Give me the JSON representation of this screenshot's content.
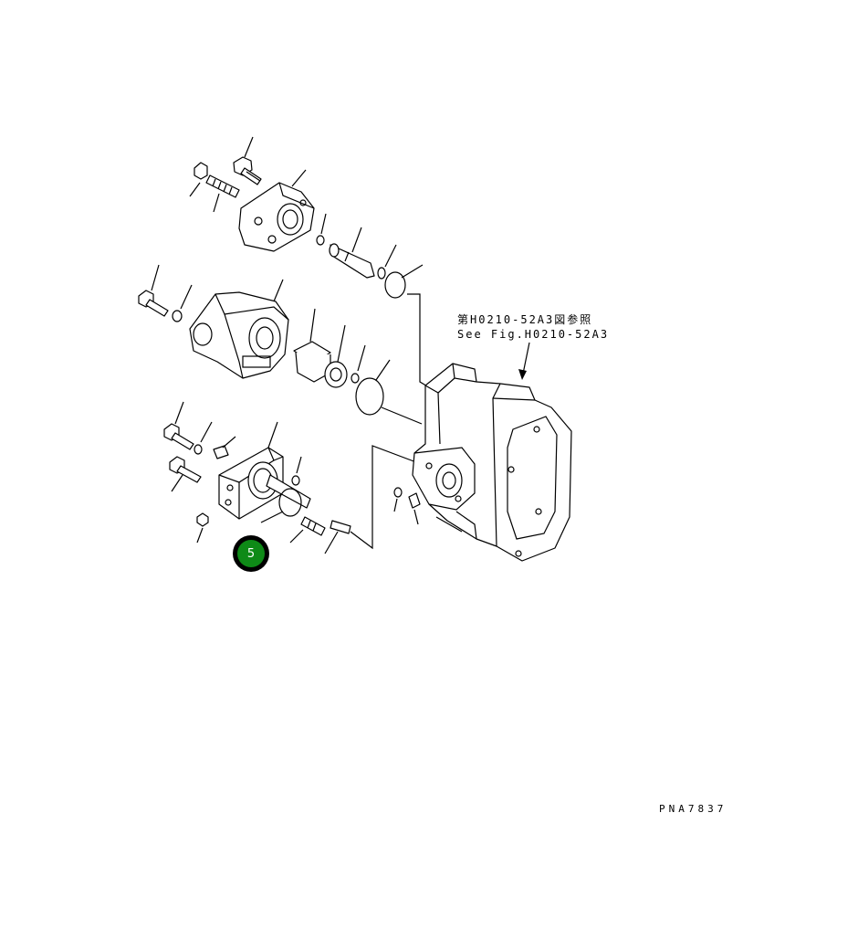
{
  "reference": {
    "japanese": "第H0210-52A3図参照",
    "english": "See Fig.H0210-52A3"
  },
  "callout": {
    "number": "5",
    "color": "#0e8a17"
  },
  "drawing_number": "PNA7837"
}
